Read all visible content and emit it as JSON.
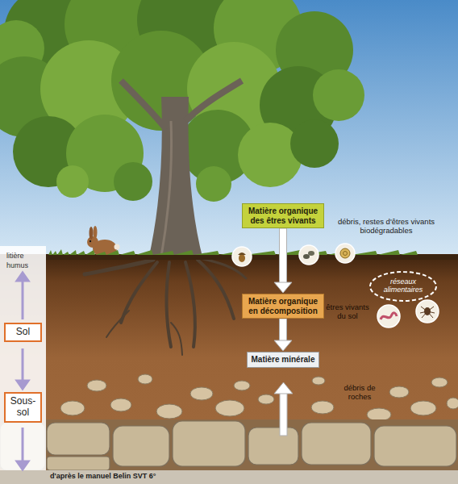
{
  "diagram": {
    "nodes": [
      {
        "text": [
          "Matière organique des êtres vivants"
        ]
      },
      {
        "text": [
          "Matière organique en décomposition"
        ]
      },
      {
        "text": [
          "Matière minérale"
        ]
      },
      {
        "text": [
          "Sol"
        ]
      },
      {
        "text": [
          "Sous-sol"
        ]
      }
    ],
    "edges": [
      {
        "from": 0,
        "to": 1,
        "arrow": "to"
      },
      {
        "from": 1,
        "to": 2,
        "arrow": "to"
      }
    ],
    "labels": [
      "débris, restes d'êtres vivants biodégradables",
      "réseaux alimentaires",
      "êtres vivants du sol",
      "débris de roches",
      "litière",
      "humus",
      "d'après le manuel Belin SVT 6°"
    ]
  }
}
